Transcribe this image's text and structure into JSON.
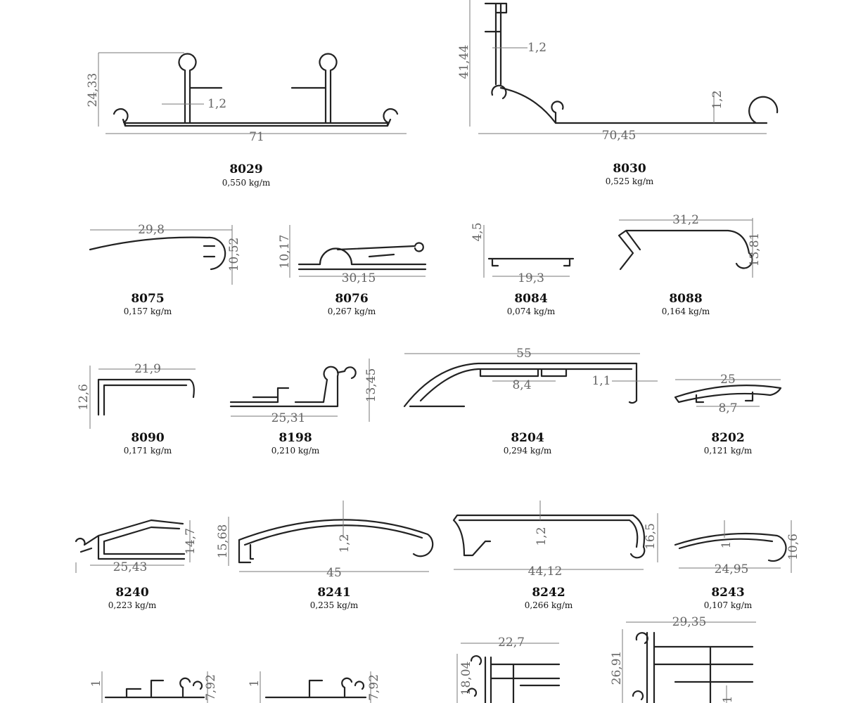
{
  "profiles": [
    {
      "code": "8029",
      "weight": "0,550 kg/m",
      "dims": [
        "24,33",
        "1,2",
        "71"
      ]
    },
    {
      "code": "8030",
      "weight": "0,525 kg/m",
      "dims": [
        "41,44",
        "1,2",
        "1,2",
        "70,45"
      ]
    },
    {
      "code": "8075",
      "weight": "0,157 kg/m",
      "dims": [
        "29,8",
        "10,52"
      ]
    },
    {
      "code": "8076",
      "weight": "0,267 kg/m",
      "dims": [
        "10,17",
        "30,15"
      ]
    },
    {
      "code": "8084",
      "weight": "0,074 kg/m",
      "dims": [
        "4,5",
        "19,3"
      ]
    },
    {
      "code": "8088",
      "weight": "0,164 kg/m",
      "dims": [
        "31,2",
        "13,81"
      ]
    },
    {
      "code": "8090",
      "weight": "0,171 kg/m",
      "dims": [
        "21,9",
        "12,6"
      ]
    },
    {
      "code": "8198",
      "weight": "0,210 kg/m",
      "dims": [
        "13,45",
        "25,31"
      ]
    },
    {
      "code": "8204",
      "weight": "0,294 kg/m",
      "dims": [
        "55",
        "8,4",
        "1,1"
      ]
    },
    {
      "code": "8202",
      "weight": "0,121 kg/m",
      "dims": [
        "25",
        "8,7"
      ]
    },
    {
      "code": "8240",
      "weight": "0,223 kg/m",
      "dims": [
        "14,7",
        "25,43"
      ]
    },
    {
      "code": "8241",
      "weight": "0,235 kg/m",
      "dims": [
        "15,68",
        "1,2",
        "45"
      ]
    },
    {
      "code": "8242",
      "weight": "0,266 kg/m",
      "dims": [
        "1,2",
        "16,5",
        "44,12"
      ]
    },
    {
      "code": "8243",
      "weight": "0,107 kg/m",
      "dims": [
        "1",
        "10,6",
        "24,95"
      ]
    }
  ],
  "partial_dims": [
    "1",
    "7,92",
    "1",
    "7,92",
    "22,7",
    "18,04",
    "29,35",
    "26,91",
    "1"
  ]
}
